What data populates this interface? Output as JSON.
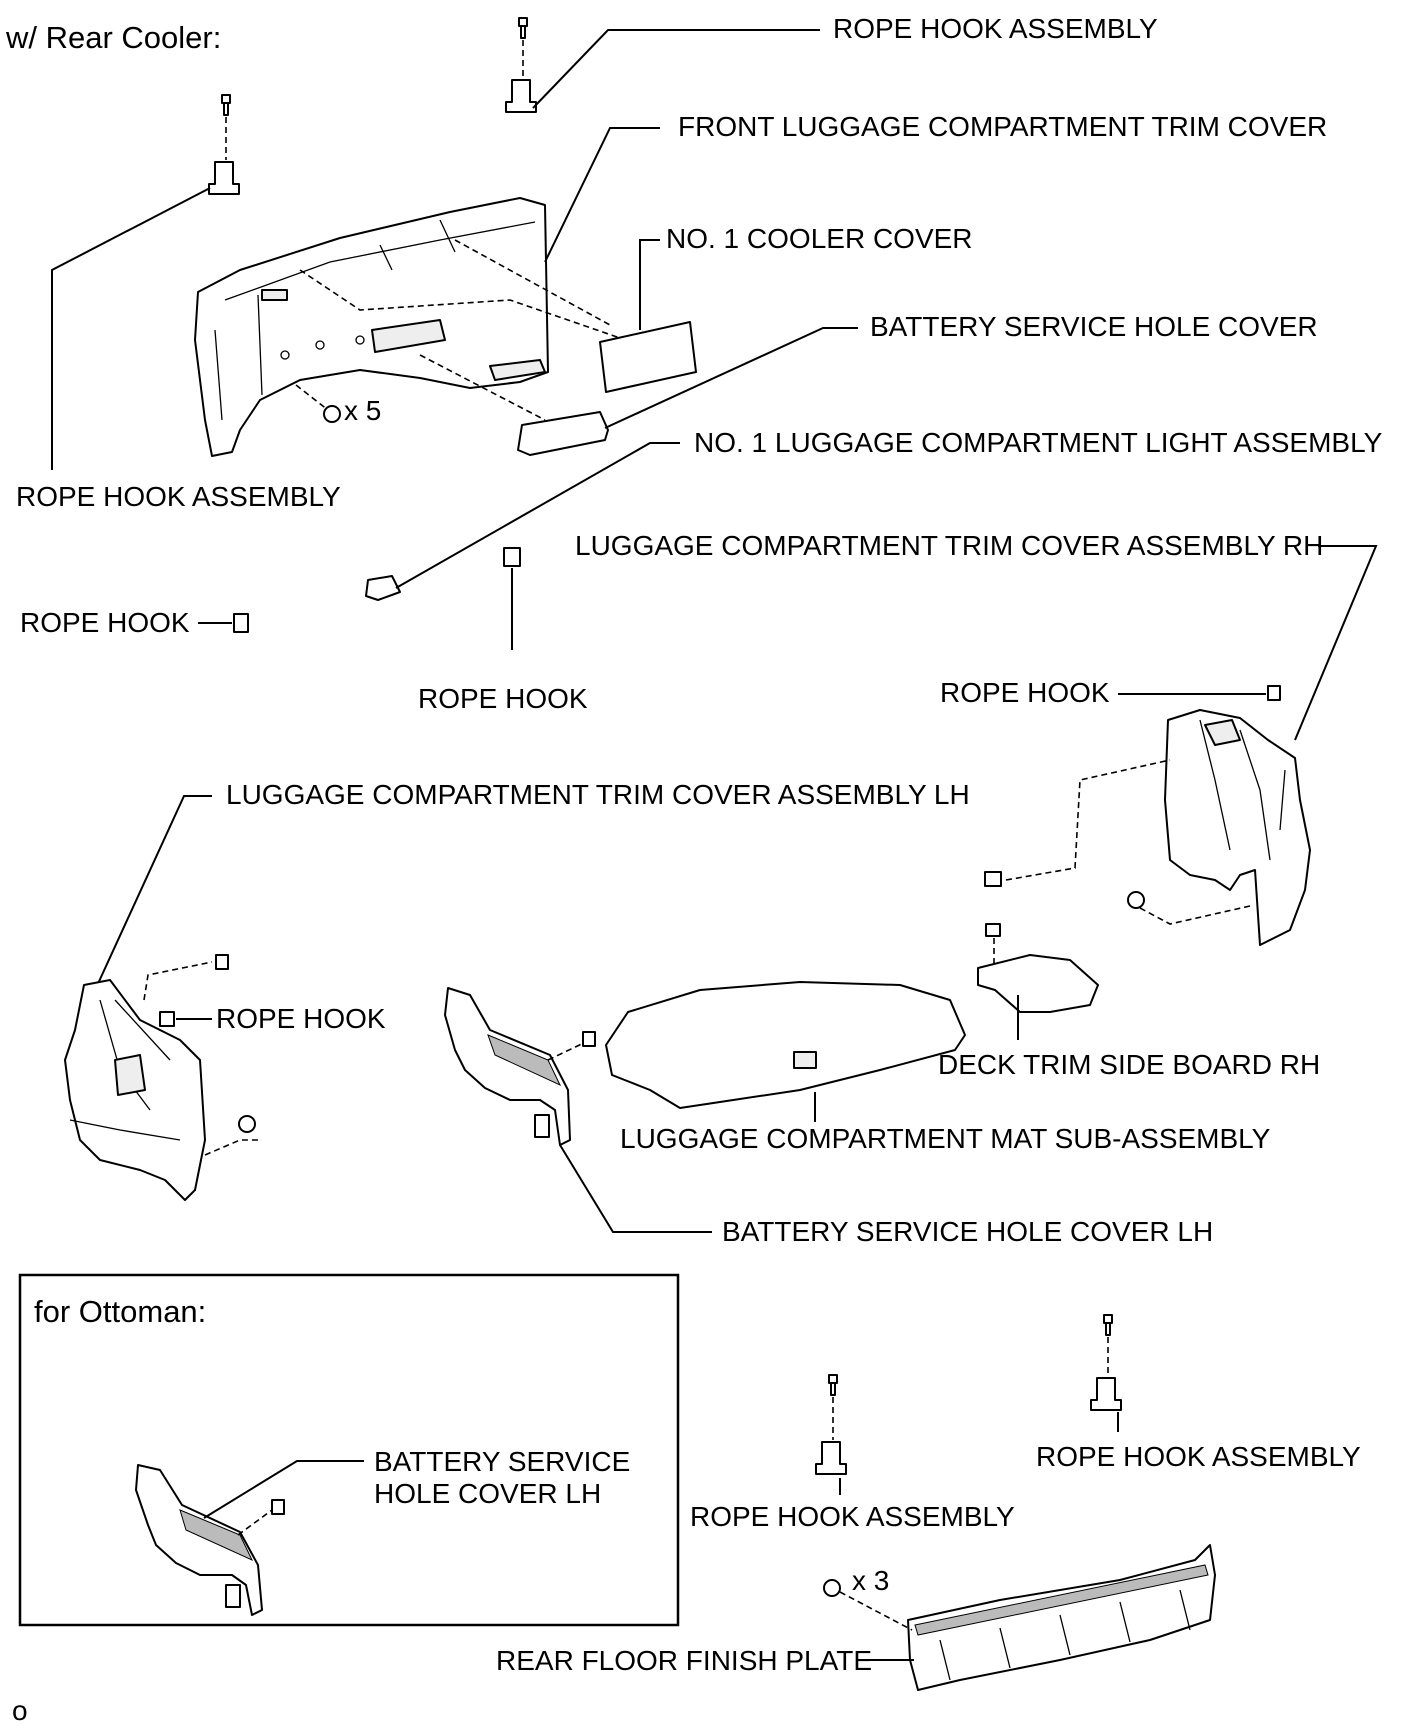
{
  "sections": {
    "rear_cooler_heading": "w/ Rear Cooler:",
    "ottoman_heading": "for Ottoman:"
  },
  "callouts": {
    "rope_hook_assembly_top": "ROPE HOOK ASSEMBLY",
    "front_trim_cover": "FRONT LUGGAGE COMPARTMENT TRIM COVER",
    "no1_cooler_cover": "NO. 1 COOLER COVER",
    "battery_service_hole_cover": "BATTERY SERVICE HOLE COVER",
    "qty_x5": "x 5",
    "luggage_light": "NO. 1 LUGGAGE COMPARTMENT LIGHT ASSEMBLY",
    "rope_hook_assembly_left": "ROPE HOOK ASSEMBLY",
    "trim_cover_rh": "LUGGAGE COMPARTMENT TRIM COVER ASSEMBLY RH",
    "rope_hook_left": "ROPE HOOK",
    "rope_hook_center": "ROPE HOOK",
    "rope_hook_right": "ROPE HOOK",
    "trim_cover_lh": "LUGGAGE COMPARTMENT TRIM COVER ASSEMBLY LH",
    "rope_hook_lh": "ROPE HOOK",
    "deck_trim_side_board": "DECK TRIM SIDE BOARD RH",
    "mat_sub_assembly": "LUGGAGE COMPARTMENT MAT SUB-ASSEMBLY",
    "battery_cover_lh": "BATTERY SERVICE HOLE COVER LH",
    "ottoman_battery_cover_line1": "BATTERY SERVICE",
    "ottoman_battery_cover_line2": "HOLE COVER LH",
    "rope_hook_assembly_bottom_right": "ROPE HOOK ASSEMBLY",
    "rope_hook_assembly_bottom_mid": "ROPE HOOK ASSEMBLY",
    "qty_x3": "x 3",
    "rear_floor_finish_plate": "REAR FLOOR FINISH PLATE"
  },
  "footer": {
    "page_marker": "o"
  }
}
